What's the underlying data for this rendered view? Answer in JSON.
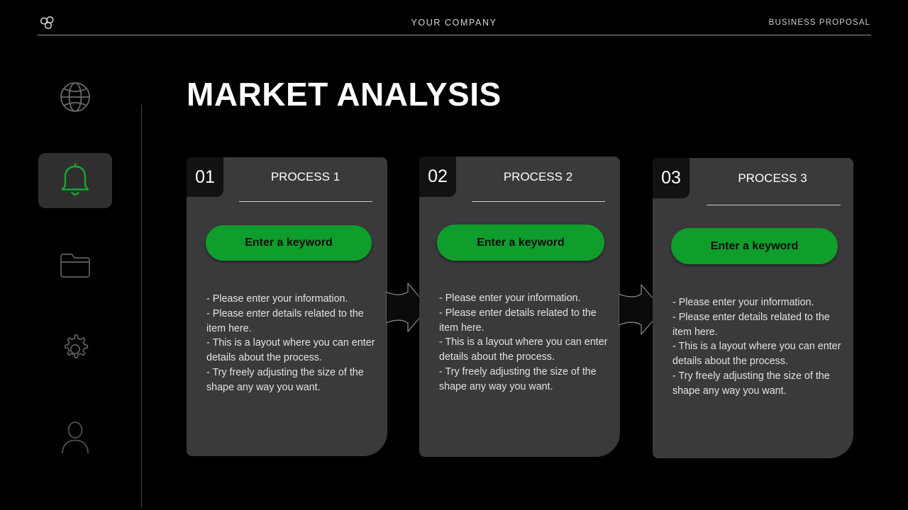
{
  "header": {
    "logo_icon": "three-circles-logo",
    "company": "YOUR COMPANY",
    "doc_type": "BUSINESS PROPOSAL"
  },
  "sidebar": {
    "items": [
      {
        "icon": "globe-icon",
        "active": false
      },
      {
        "icon": "bell-icon",
        "active": true
      },
      {
        "icon": "folder-icon",
        "active": false
      },
      {
        "icon": "gear-icon",
        "active": false
      },
      {
        "icon": "user-icon",
        "active": false
      }
    ]
  },
  "main": {
    "title": "MARKET ANALYSIS",
    "cards": [
      {
        "number": "01",
        "process_title": "PROCESS 1",
        "button_label": "Enter a keyword",
        "body": "- Please enter your information.\n- Please enter details related to the item here.\n- This is a layout where you can enter details about the process.\n- Try freely adjusting the size of the shape any way you want."
      },
      {
        "number": "02",
        "process_title": "PROCESS 2",
        "button_label": "Enter a keyword",
        "body": "- Please enter your information.\n- Please enter details related to the item here.\n- This is a layout where you can enter details about the process.\n- Try freely adjusting the size of the shape any way you want."
      },
      {
        "number": "03",
        "process_title": "PROCESS 3",
        "button_label": "Enter a keyword",
        "body": "- Please enter your information.\n- Please enter details related to the item here.\n- This is a layout where you can enter details about the process.\n- Try freely adjusting the size of the shape any way you want."
      }
    ],
    "connectors": [
      {
        "icon": "arrow-right-icon"
      },
      {
        "icon": "arrow-right-icon"
      }
    ]
  },
  "colors": {
    "background": "#000000",
    "card": "#3a3a3c",
    "accent_green": "#0f9e2c",
    "text_primary": "#ffffff",
    "text_secondary": "#e2e2e2"
  }
}
